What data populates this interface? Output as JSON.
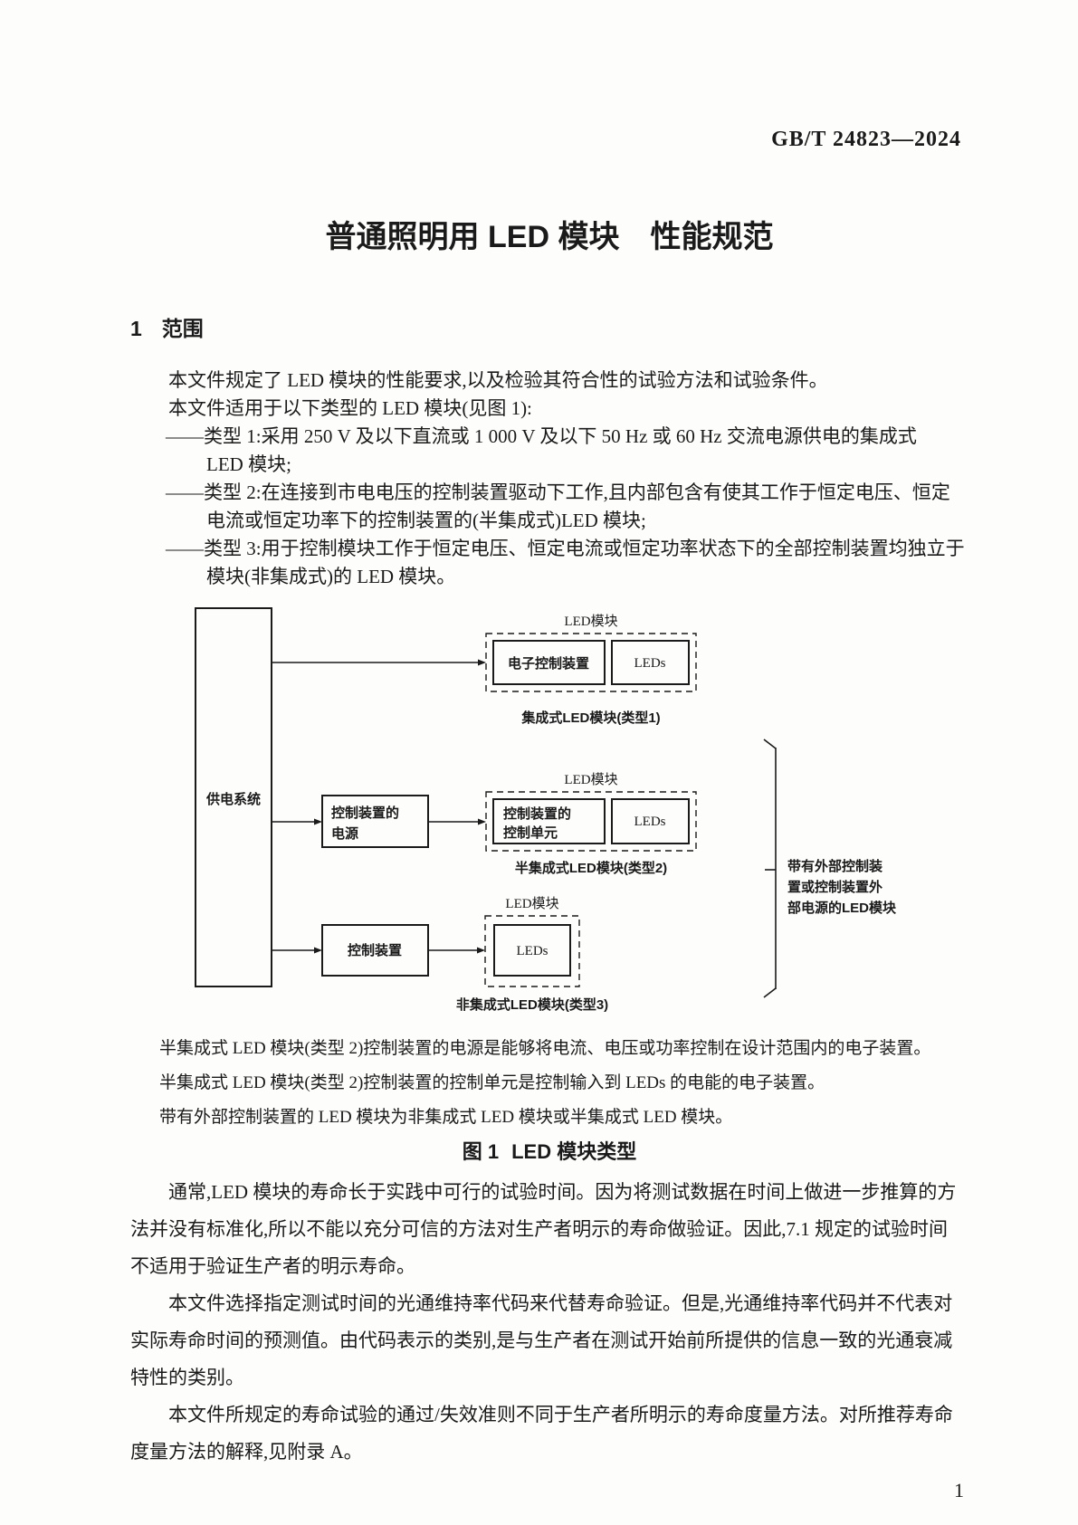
{
  "header": {
    "standard_code": "GB/T 24823—2024"
  },
  "title": "普通照明用 LED 模块　性能规范",
  "section": {
    "number": "1",
    "title": "范围"
  },
  "scope": {
    "lines": [
      "本文件规定了 LED 模块的性能要求,以及检验其符合性的试验方法和试验条件。",
      "本文件适用于以下类型的 LED 模块(见图 1):",
      "——类型 1:采用 250 V 及以下直流或 1 000 V 及以下 50 Hz 或 60 Hz 交流电源供电的集成式",
      "LED 模块;",
      "——类型 2:在连接到市电电压的控制装置驱动下工作,且内部包含有使其工作于恒定电压、恒定",
      "电流或恒定功率下的控制装置的(半集成式)LED 模块;",
      "——类型 3:用于控制模块工作于恒定电压、恒定电流或恒定功率状态下的全部控制装置均独立于",
      "模块(非集成式)的 LED 模块。"
    ]
  },
  "figure": {
    "supply_box": "供电系统",
    "type1": {
      "module_label": "LED模块",
      "control_box": "电子控制装置",
      "leds_box": "LEDs",
      "caption": "集成式LED模块(类型1)"
    },
    "type2": {
      "module_label": "LED模块",
      "power_box_line1": "控制装置的",
      "power_box_line2": "电源",
      "unit_box_line1": "控制装置的",
      "unit_box_line2": "控制单元",
      "leds_box": "LEDs",
      "caption": "半集成式LED模块(类型2)"
    },
    "type3": {
      "module_label": "LED模块",
      "control_box": "控制装置",
      "leds_box": "LEDs",
      "caption": "非集成式LED模块(类型3)"
    },
    "bracket_note_line1": "带有外部控制装",
    "bracket_note_line2": "置或控制装置外",
    "bracket_note_line3": "部电源的LED模块",
    "notes": [
      "半集成式 LED 模块(类型 2)控制装置的电源是能够将电流、电压或功率控制在设计范围内的电子装置。",
      "半集成式 LED 模块(类型 2)控制装置的控制单元是控制输入到 LEDs 的电能的电子装置。",
      "带有外部控制装置的 LED 模块为非集成式 LED 模块或半集成式 LED 模块。"
    ],
    "caption_label": "图 1",
    "caption_title": "LED 模块类型"
  },
  "body": {
    "lines": [
      "通常,LED 模块的寿命长于实践中可行的试验时间。因为将测试数据在时间上做进一步推算的方",
      "法并没有标准化,所以不能以充分可信的方法对生产者明示的寿命做验证。因此,7.1 规定的试验时间",
      "不适用于验证生产者的明示寿命。",
      "本文件选择指定测试时间的光通维持率代码来代替寿命验证。但是,光通维持率代码并不代表对",
      "实际寿命时间的预测值。由代码表示的类别,是与生产者在测试开始前所提供的信息一致的光通衰减",
      "特性的类别。",
      "本文件所规定的寿命试验的通过/失效准则不同于生产者所明示的寿命度量方法。对所推荐寿命",
      "度量方法的解释,见附录 A。"
    ]
  },
  "footer": {
    "page_number": "1"
  }
}
